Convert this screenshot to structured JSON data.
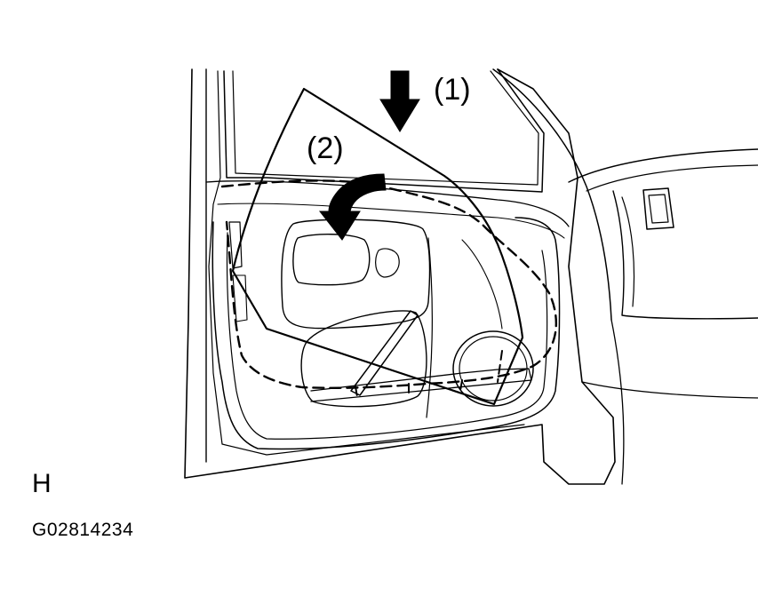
{
  "callouts": {
    "step1": "(1)",
    "step2": "(2)"
  },
  "corner_letter": "H",
  "figure_code": "G02814234",
  "colors": {
    "line": "#000000",
    "background": "#ffffff"
  },
  "icons": {
    "down_arrow": "down-arrow-icon",
    "curved_arrow": "curved-arrow-icon"
  }
}
